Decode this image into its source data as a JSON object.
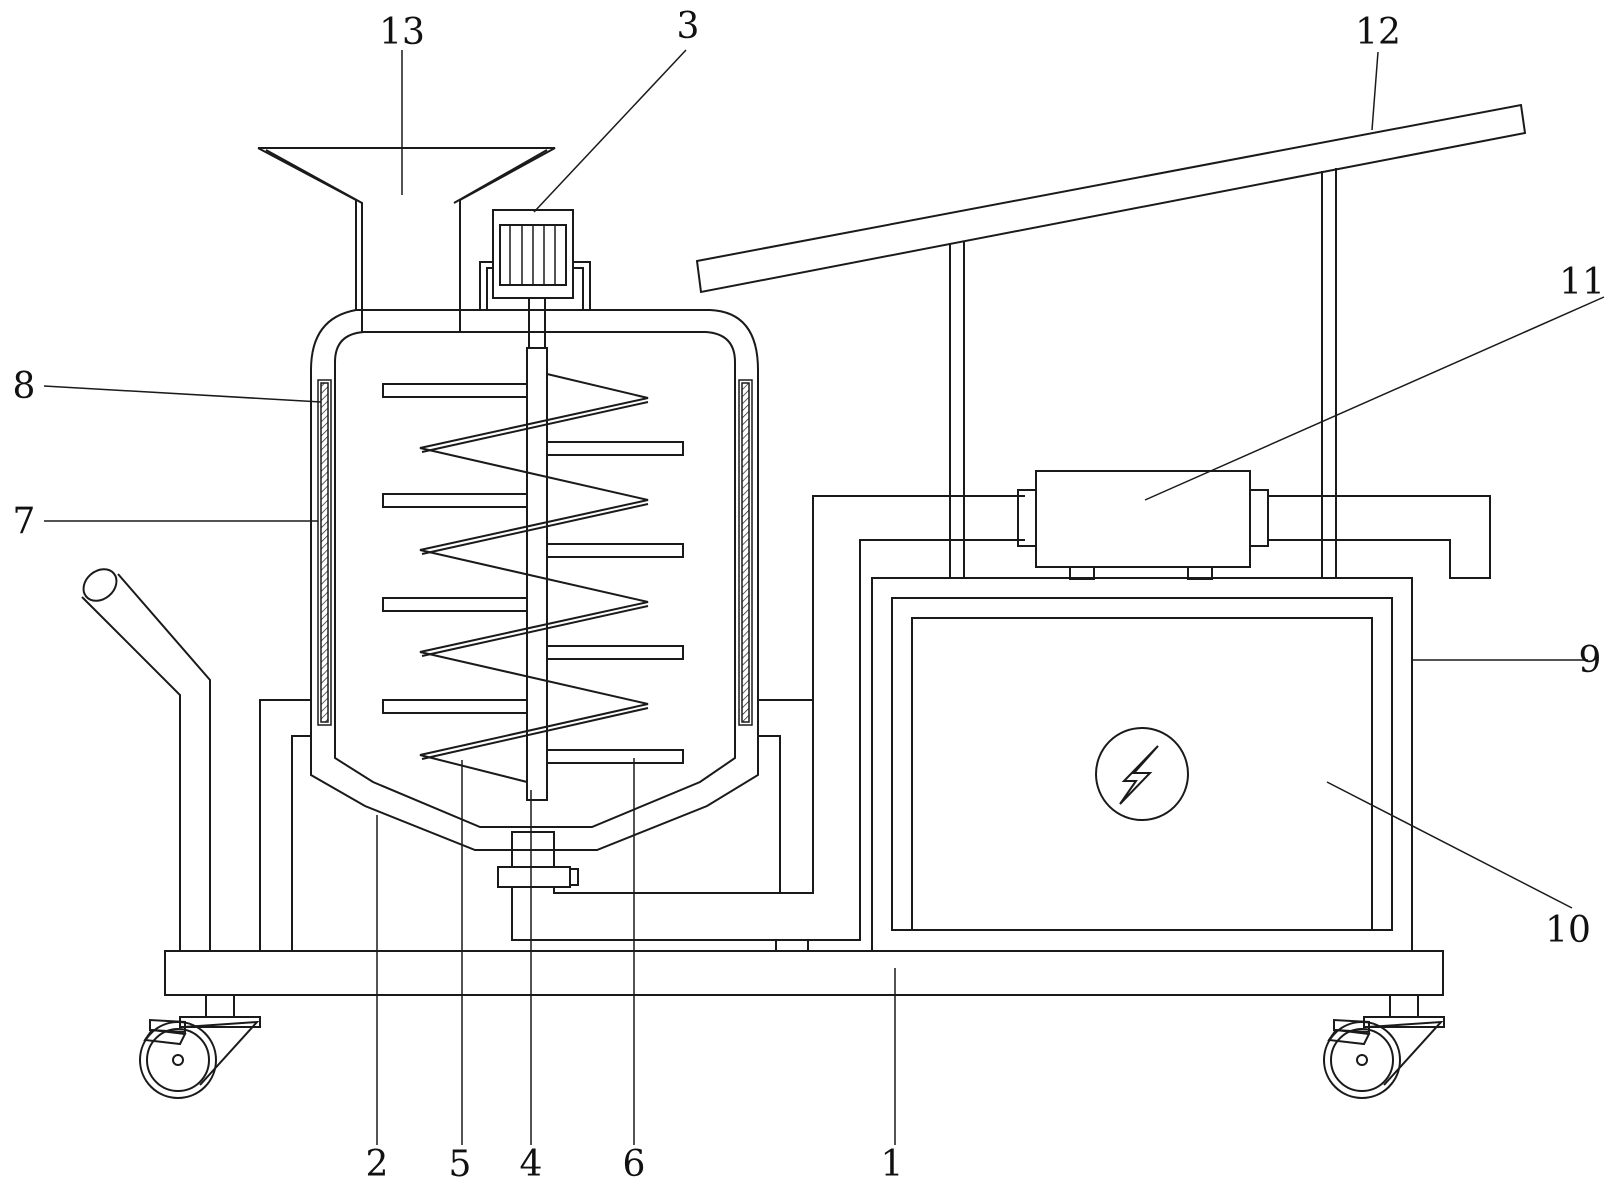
{
  "figure": {
    "callouts": [
      {
        "id": "callout-1",
        "text": "1"
      },
      {
        "id": "callout-2",
        "text": "2"
      },
      {
        "id": "callout-3",
        "text": "3"
      },
      {
        "id": "callout-4",
        "text": "4"
      },
      {
        "id": "callout-5",
        "text": "5"
      },
      {
        "id": "callout-6",
        "text": "6"
      },
      {
        "id": "callout-7",
        "text": "7"
      },
      {
        "id": "callout-8",
        "text": "8"
      },
      {
        "id": "callout-9",
        "text": "9"
      },
      {
        "id": "callout-10",
        "text": "10"
      },
      {
        "id": "callout-11",
        "text": "11"
      },
      {
        "id": "callout-12",
        "text": "12"
      },
      {
        "id": "callout-13",
        "text": "13"
      }
    ]
  }
}
